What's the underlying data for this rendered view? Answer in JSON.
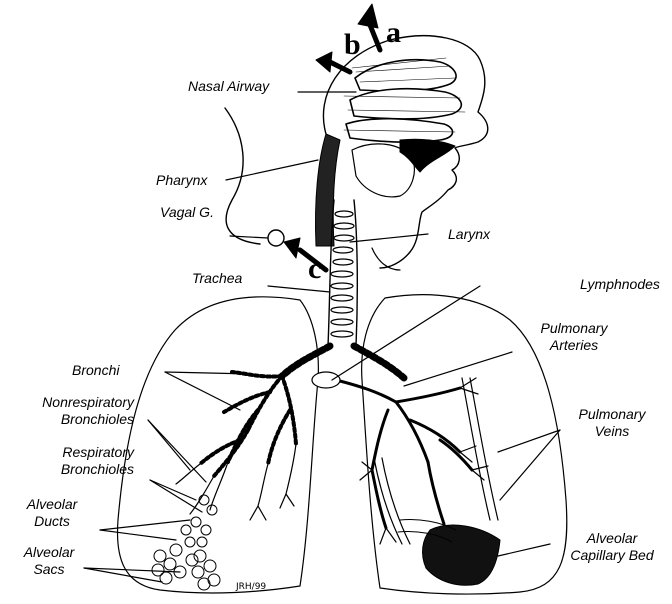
{
  "labels": {
    "nasal_airway": "Nasal Airway",
    "pharynx": "Pharynx",
    "vagal_g": "Vagal G.",
    "larynx": "Larynx",
    "trachea": "Trachea",
    "lymphnodes": "Lymphnodes",
    "bronchi": "Bronchi",
    "pulmonary_arteries_1": "Pulmonary",
    "pulmonary_arteries_2": "Arteries",
    "nonrespiratory_1": "Nonrespiratory",
    "nonrespiratory_2": "Bronchioles",
    "pulmonary_veins_1": "Pulmonary",
    "pulmonary_veins_2": "Veins",
    "respiratory_1": "Respiratory",
    "respiratory_2": "Bronchioles",
    "alveolar_ducts_1": "Alveolar",
    "alveolar_ducts_2": "Ducts",
    "alveolar_sacs_1": "Alveolar",
    "alveolar_sacs_2": "Sacs",
    "capillary_1": "Alveolar",
    "capillary_2": "Capillary Bed"
  },
  "arrow_letters": {
    "a": "a",
    "b": "b",
    "c": "c"
  },
  "signature": "JRH/99",
  "colors": {
    "ink": "#000000",
    "paper": "#ffffff"
  }
}
